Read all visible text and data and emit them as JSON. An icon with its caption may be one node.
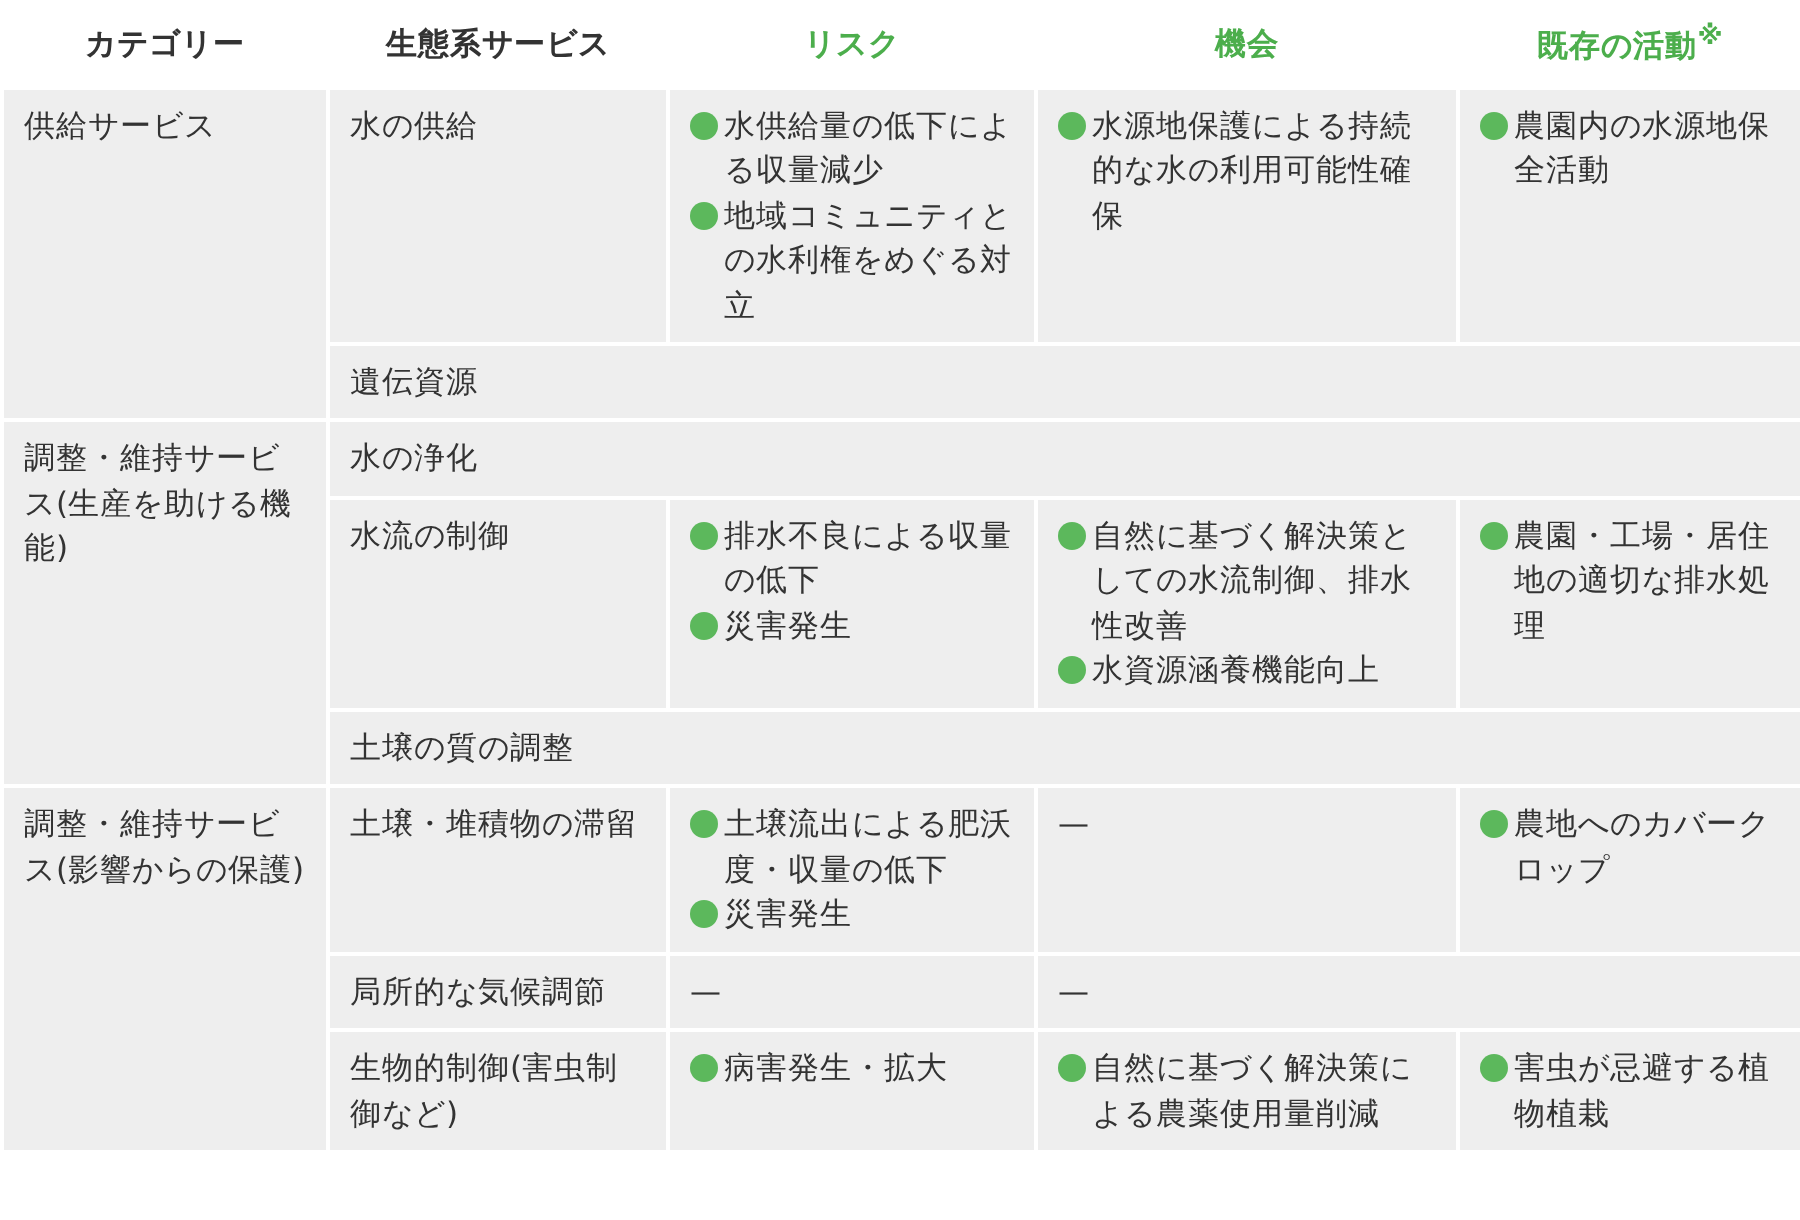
{
  "diagram": {
    "labels": [
      "カテゴリー",
      "生態系サービス",
      "リスク",
      "機会",
      "既存の活動$^{※}$",
      "供給サービス",
      "水の供給",
      "水供給量の低下による収量減少",
      "地域コミュニティとの水利権をめぐる対立",
      "水源地保護による持続的な水の利用可能性確保",
      "農園内の水源地保全活動",
      "遺伝資源",
      "調整・維持サービス(生産を助ける機能)",
      "水の浄化",
      "水流の制御",
      "排水不良による収量の低下",
      "災害発生",
      "自然に基づく解決策としての水流制御、排水性改善",
      "水資源涵養機能向上",
      "農園・工場・居住地の適切な排水処理",
      "土壌の質の調整",
      "調整・維持サービス(影響からの保護)",
      "土壌・堆積物の滞留",
      "土壌流出による肥沃度・収量の低下",
      "災害発生",
      "—",
      "農地へのカバークロップ",
      "局所的な気候調節",
      "—",
      "—",
      "生物的制御(害虫制御など)",
      "病害発生・拡大",
      "自然に基づく解決策による農薬使用量削減",
      "害虫が忌避する植物植栽"
    ]
  }
}
